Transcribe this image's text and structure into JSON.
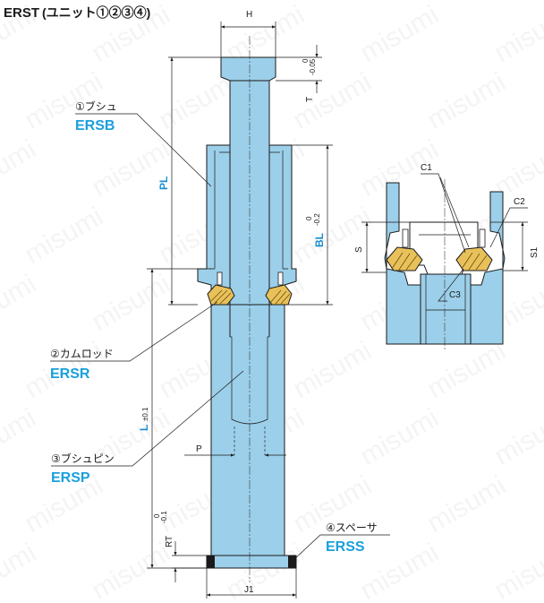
{
  "title": {
    "code": "ERST",
    "suffix": "(ユニット①②③④)"
  },
  "parts": [
    {
      "label": "①ブシュ",
      "code": "ERSB"
    },
    {
      "label": "②カムロッド",
      "code": "ERSR"
    },
    {
      "label": "③ブシュピン",
      "code": "ERSP"
    },
    {
      "label": "④スペーサ",
      "code": "ERSS"
    }
  ],
  "dimensions": {
    "H": "H",
    "T": "T",
    "T_tol_upper": "0",
    "T_tol_lower": "-0.05",
    "PL": "PL",
    "BL": "BL",
    "BL_tol_upper": "0",
    "BL_tol_lower": "-0.2",
    "L": "L",
    "L_tol": "±0.1",
    "P": "P",
    "RT": "RT",
    "RT_tol_upper": "0",
    "RT_tol_lower": "-0.1",
    "J1": "J1"
  },
  "detail_labels": {
    "C1": "C1",
    "C2": "C2",
    "C3": "C3",
    "S": "S",
    "S1": "S1"
  },
  "watermark": "misumi",
  "colors": {
    "body": "#9ccfe9",
    "accent_code": "#1aa0dc",
    "cam": "#e9c15a",
    "dimension_blue": "#1a8fd0"
  }
}
